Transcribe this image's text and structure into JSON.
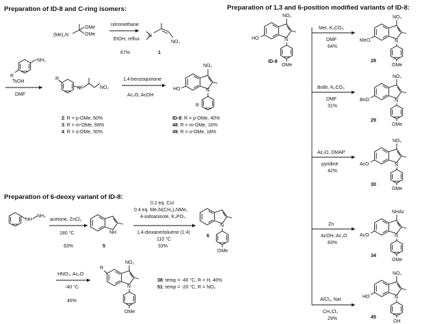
{
  "headings": {
    "sec1": "Preparation of ID-8 and C-ring isomers:",
    "sec2": "Preparation of 1,3 and 6-position modified variants of ID-8:",
    "sec3": "Preparation of 6-deoxy variant of ID-8:"
  },
  "atoms": {
    "ome": "OMe",
    "me2n": "(Me)₂N",
    "no2": "NO₂",
    "nh2": "NH₂",
    "nh": "NH",
    "nhnh2": "NH₂",
    "h": "H",
    "n": "N",
    "r": "R",
    "ho": "HO",
    "meo": "MeO",
    "bno": "BnO",
    "aco": "AcO",
    "nhac": "NHAc",
    "oh": "OH"
  },
  "reactions": {
    "r1": {
      "above": "nitromethane",
      "below": "EtOH, reflux",
      "yield": "67%"
    },
    "r2": {
      "above": "TsOH",
      "below": "DMF"
    },
    "r3": {
      "above": "1,4-benzoquinone",
      "below": "Ac₂O, AcOH"
    },
    "r4": {
      "above": "MeI, K₂CO₃",
      "below": "DMF",
      "yield": "64%"
    },
    "r5": {
      "above": "BnBr, K₂CO₃",
      "below": "DMF",
      "yield": "31%"
    },
    "r6": {
      "above": "Ac₂O, DMAP",
      "below": "pyridine",
      "yield": "42%"
    },
    "r7": {
      "above": "acetone, ZnCl₂",
      "temp": "180 °C",
      "yield": "63%"
    },
    "r8": {
      "line1": "0.2 eq. CuI",
      "line2": "0.4 eq. Me₂N(CH₂)₂NMe₂",
      "line3": "4-iodoanisole, K₃PO₄",
      "line4": "1,4-dioxane/toluene (1:4)",
      "temp": "110 °C",
      "yield": "33%"
    },
    "r9": {
      "above": "Zn",
      "below": "AcOH, Ac₂O",
      "yield": "83%"
    },
    "r10": {
      "above": "HNO₃, Ac₂O",
      "temp": "-40 °C",
      "yield": "46%"
    },
    "r11": {
      "above": "AlCl₃, NaI",
      "below": "CH₂Cl₂",
      "yield": "29%"
    }
  },
  "compounds": {
    "c1": "1",
    "id8": "ID-8",
    "c28": "28",
    "c29": "29",
    "c30": "30",
    "c5": "5",
    "c6": "6",
    "c34": "34",
    "c45": "45"
  },
  "lists": {
    "enamine": [
      {
        "num": "2",
        "text": ": R = p-OMe, 60%"
      },
      {
        "num": "3",
        "text": ": R = m-OMe, 68%"
      },
      {
        "num": "4",
        "text": ": R = o-OMe, 50%"
      }
    ],
    "indole": [
      {
        "num": "ID-8",
        "text": ": R = p-OMe, 40%"
      },
      {
        "num": "48",
        "text": ":  R = m-OMe, 16%"
      },
      {
        "num": "49",
        "text": ":  R = o-OMe, 18%"
      }
    ],
    "nitro": [
      {
        "num": "38",
        "text": ": temp = -40 °C, R = H, 46%"
      },
      {
        "num": "51",
        "text": ": temp = -20 °C, R = NO₂"
      }
    ]
  }
}
